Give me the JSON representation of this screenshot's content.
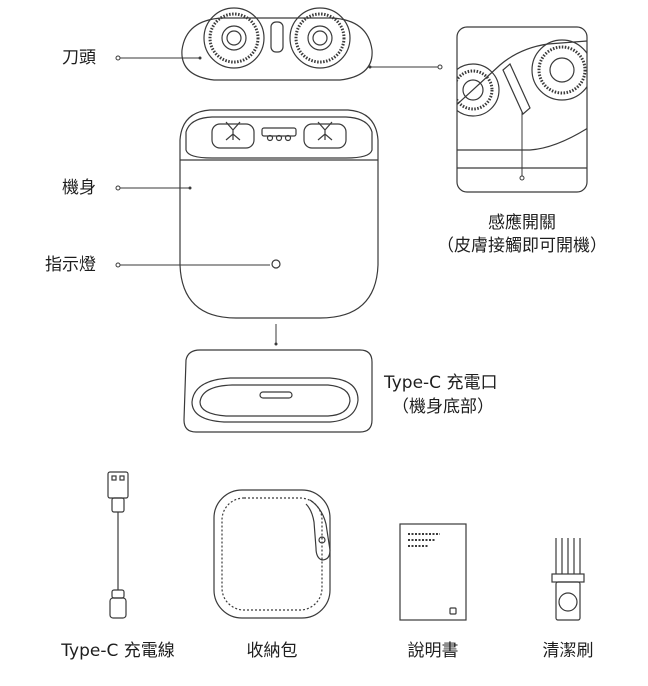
{
  "labels": {
    "head": "刀頭",
    "body": "機身",
    "indicator": "指示燈",
    "sensor_switch": "感應開關",
    "sensor_note": "（皮膚接觸即可開機）",
    "usb_port": "Type-C 充電口",
    "usb_port_note": "（機身底部）"
  },
  "accessories": [
    {
      "label": "Type-C 充電線"
    },
    {
      "label": "收納包"
    },
    {
      "label": "說明書"
    },
    {
      "label": "清潔刷"
    }
  ]
}
